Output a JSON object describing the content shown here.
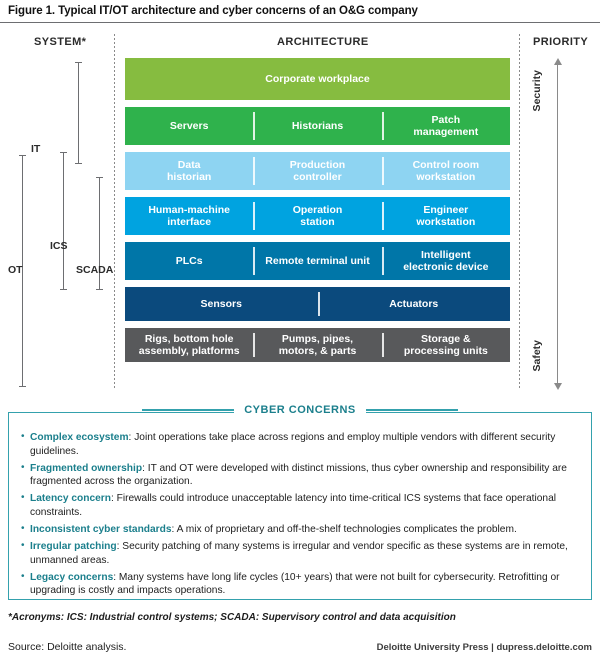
{
  "figure": {
    "title": "Figure 1. Typical IT/OT architecture and cyber concerns of an O&G company"
  },
  "columns": {
    "system": "SYSTEM*",
    "architecture": "ARCHITECTURE",
    "priority": "PRIORITY"
  },
  "system_brackets": [
    {
      "label": "IT"
    },
    {
      "label": "OT"
    },
    {
      "label": "ICS"
    },
    {
      "label": "SCADA"
    }
  ],
  "priority_axis": {
    "top_label": "Security",
    "bottom_label": "Safety"
  },
  "architecture_rows": [
    {
      "color": "#86bc40",
      "cells": [
        "Corporate workplace"
      ]
    },
    {
      "color": "#2fb24c",
      "cells": [
        "Servers",
        "Historians",
        "Patch\nmanagement"
      ]
    },
    {
      "color": "#8ed4f2",
      "cells": [
        "Data\nhistorian",
        "Production\ncontroller",
        "Control room\nworkstation"
      ]
    },
    {
      "color": "#00a3e0",
      "cells": [
        "Human-machine\ninterface",
        "Operation\nstation",
        "Engineer\nworkstation"
      ]
    },
    {
      "color": "#0076a8",
      "cells": [
        "PLCs",
        "Remote terminal unit",
        "Intelligent\nelectronic device"
      ]
    },
    {
      "color": "#0b4a7d",
      "cells": [
        "Sensors",
        "Actuators"
      ]
    },
    {
      "color": "#58595b",
      "cells": [
        "Rigs, bottom hole\nassembly, platforms",
        "Pumps, pipes,\nmotors, & parts",
        "Storage &\nprocessing units"
      ]
    }
  ],
  "cyber_concerns": {
    "title": "CYBER CONCERNS",
    "accent_color": "#1b7f8c",
    "items": [
      {
        "term": "Complex ecosystem",
        "text": ": Joint operations take place across regions and employ multiple vendors with different security guidelines."
      },
      {
        "term": "Fragmented ownership",
        "text": ": IT and OT were developed with distinct missions, thus cyber ownership and responsibility are fragmented across the organization."
      },
      {
        "term": "Latency concern",
        "text": ": Firewalls could introduce unacceptable latency into time-critical ICS systems that face operational constraints."
      },
      {
        "term": "Inconsistent cyber standards",
        "text": ": A mix of proprietary and off-the-shelf technologies complicates the problem."
      },
      {
        "term": "Irregular patching",
        "text": ": Security patching of many systems is irregular and vendor specific as these systems are in remote, unmanned areas."
      },
      {
        "term": "Legacy concerns",
        "text": ": Many systems have long life cycles (10+ years) that were not built for cybersecurity. Retrofitting or upgrading is costly and impacts operations."
      }
    ]
  },
  "footnotes": {
    "acronyms": "*Acronyms: ICS: Industrial control systems; SCADA: Supervisory control and data acquisition",
    "source": "Source: Deloitte analysis.",
    "credit": "Deloitte University Press  |  dupress.deloitte.com"
  }
}
